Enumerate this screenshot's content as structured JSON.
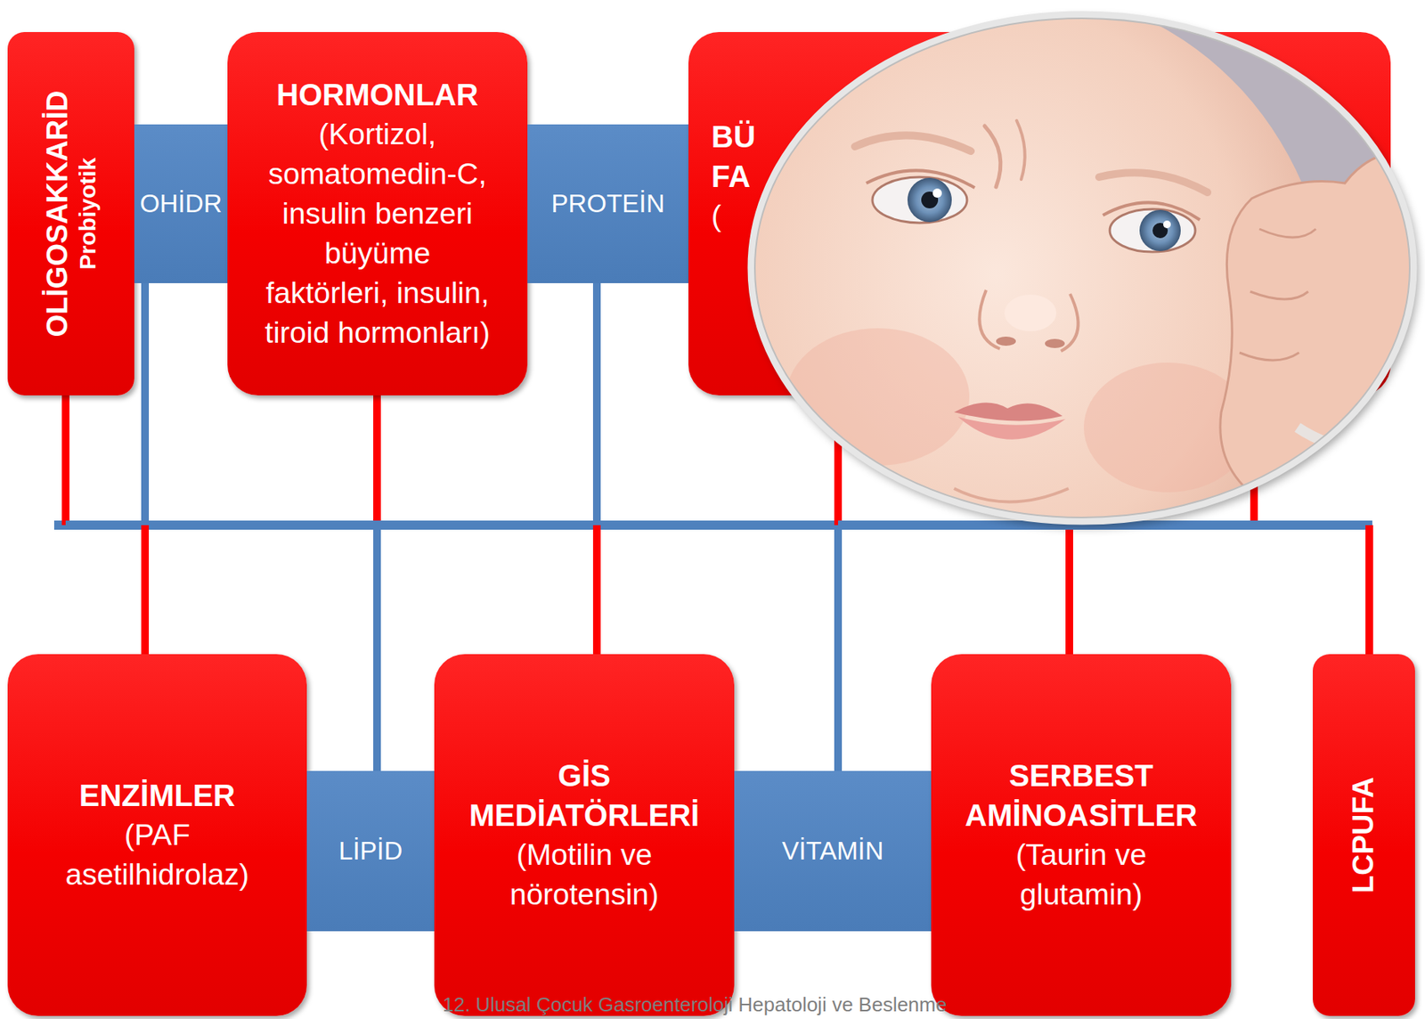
{
  "diagram": {
    "nodes": [
      {
        "text": [
          "OLİGOSAKKARİD",
          "Probiyotik"
        ]
      },
      {
        "text": [
          "OHİDR"
        ]
      },
      {
        "text": [
          "HORMONLAR",
          "(Kortizol, somatomedin-C, insulin benzeri büyüme faktörleri, insulin, tiroid hormonları)"
        ]
      },
      {
        "text": [
          "PROTEİN"
        ]
      },
      {
        "text": [
          "BÜ FA",
          "("
        ]
      },
      {
        "text": [
          "ENZİMLER",
          "(PAF asetilhidrolaz)"
        ]
      },
      {
        "text": [
          "LİPİD"
        ]
      },
      {
        "text": [
          "GİS MEDİATÖRLERİ",
          "(Motilin ve nörotensin)"
        ]
      },
      {
        "text": [
          "VİTAMİN"
        ]
      },
      {
        "text": [
          "SERBEST AMİNOASİTLER",
          "(Taurin ve glutamin)"
        ]
      },
      {
        "text": [
          "LCPUFA"
        ]
      }
    ],
    "edges": [
      {
        "from": 0,
        "to": 5,
        "arrow": "none"
      },
      {
        "from": 0,
        "to": 6,
        "arrow": "none"
      },
      {
        "from": 0,
        "to": 7,
        "arrow": "none"
      },
      {
        "from": 0,
        "to": 8,
        "arrow": "none"
      },
      {
        "from": 0,
        "to": 9,
        "arrow": "none"
      },
      {
        "from": 0,
        "to": 10,
        "arrow": "none"
      },
      {
        "from": 1,
        "to": 5,
        "arrow": "none"
      },
      {
        "from": 1,
        "to": 6,
        "arrow": "none"
      },
      {
        "from": 1,
        "to": 7,
        "arrow": "none"
      },
      {
        "from": 1,
        "to": 8,
        "arrow": "none"
      },
      {
        "from": 1,
        "to": 9,
        "arrow": "none"
      },
      {
        "from": 1,
        "to": 10,
        "arrow": "none"
      },
      {
        "from": 2,
        "to": 5,
        "arrow": "none"
      },
      {
        "from": 2,
        "to": 6,
        "arrow": "none"
      },
      {
        "from": 2,
        "to": 7,
        "arrow": "none"
      },
      {
        "from": 2,
        "to": 8,
        "arrow": "none"
      },
      {
        "from": 2,
        "to": 9,
        "arrow": "none"
      },
      {
        "from": 2,
        "to": 10,
        "arrow": "none"
      },
      {
        "from": 3,
        "to": 5,
        "arrow": "none"
      },
      {
        "from": 3,
        "to": 6,
        "arrow": "none"
      },
      {
        "from": 3,
        "to": 7,
        "arrow": "none"
      },
      {
        "from": 3,
        "to": 8,
        "arrow": "none"
      },
      {
        "from": 3,
        "to": 9,
        "arrow": "none"
      },
      {
        "from": 3,
        "to": 10,
        "arrow": "none"
      },
      {
        "from": 4,
        "to": 5,
        "arrow": "none"
      },
      {
        "from": 4,
        "to": 6,
        "arrow": "none"
      },
      {
        "from": 4,
        "to": 7,
        "arrow": "none"
      },
      {
        "from": 4,
        "to": 8,
        "arrow": "none"
      },
      {
        "from": 4,
        "to": 9,
        "arrow": "none"
      },
      {
        "from": 4,
        "to": 10,
        "arrow": "none"
      }
    ],
    "labels": [
      "12. Ulusal Çocuk Gasroenteroloji Hepatoloji ve Beslenme"
    ]
  }
}
